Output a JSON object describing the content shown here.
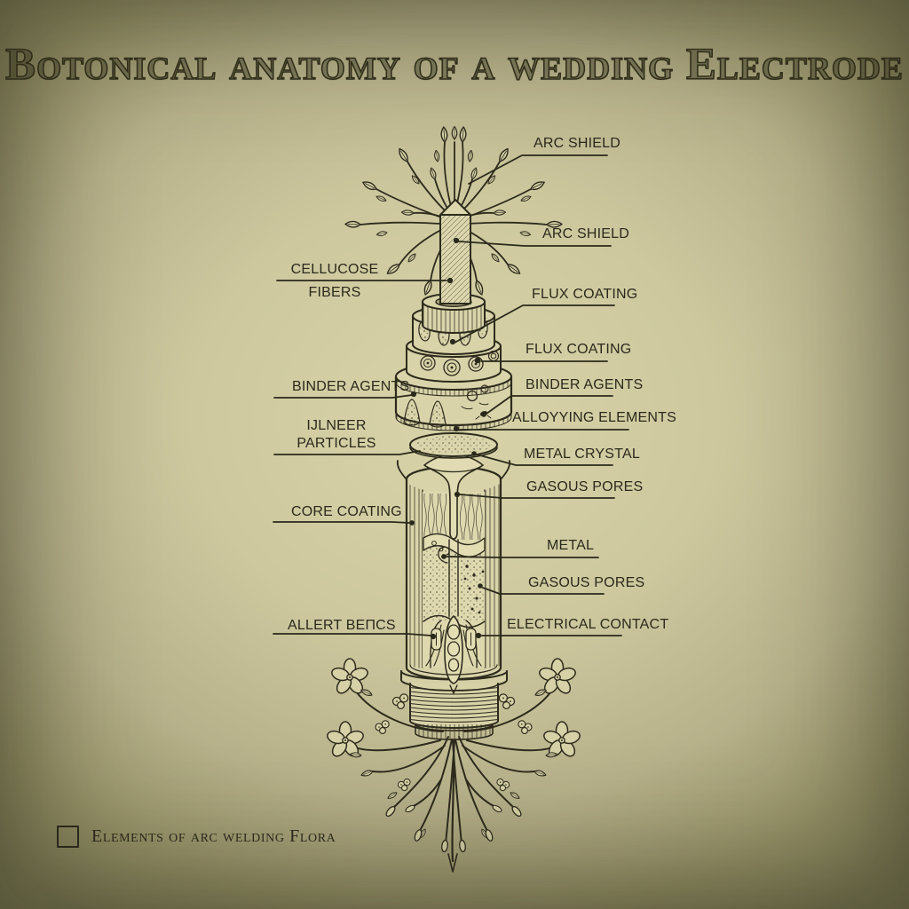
{
  "title": "Botonical anatomy of a wedding Electrode",
  "legend": {
    "text": "Elements of arc welding Flora"
  },
  "labels": {
    "arc_shield_top": "ARC SHIELD",
    "arc_shield": "ARC SHIELD",
    "cellucose_line1": "CELLUCOSE",
    "cellucose_line2": "FIBERS",
    "flux_coating_top": "FLUX COATING",
    "flux_coating": "FLUX COATING",
    "binder_agents_left": "BINDER AGENTS",
    "binder_agents_right": "BINDER AGENTS",
    "alloying_elements": "ALLOYYING ELEMENTS",
    "ijlneer_line1": "IJLNEER",
    "ijlneer_line2": "PARTICLES",
    "metal_crystal": "METAL CRYSTAL",
    "gasous_pores_top": "GASOUS PORES",
    "core_coating": "CORE COATING",
    "metal": "METAL",
    "gasous_pores_bottom": "GASOUS PORES",
    "allert_bencs": "ALLERT ΒEПCS",
    "electrical_contact": "ELECTRICAL CONTACT"
  },
  "colors": {
    "paper_center": "#d6d1a6",
    "paper_edge": "#7e7b53",
    "ink": "#2e2b1d"
  }
}
